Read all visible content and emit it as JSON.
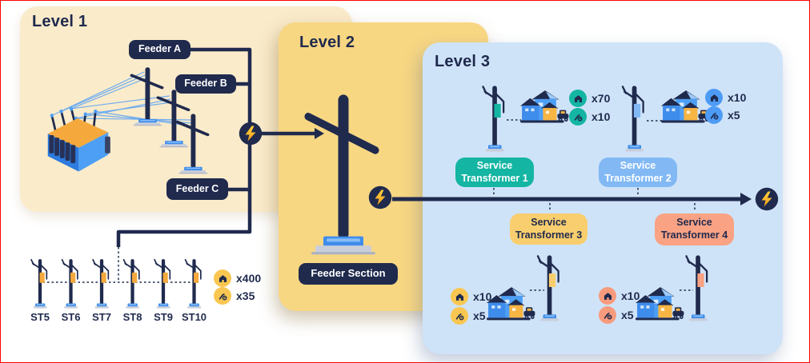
{
  "colors": {
    "navy": "#1F2A4D",
    "teal": "#14B5A3",
    "blue": "#4D9BF5",
    "yellow": "#F9C751",
    "salmon": "#F89B7D",
    "level1_bg": "#FAEBCB",
    "level2_bg": "#F8D783",
    "level3_bg": "#CFE3F8"
  },
  "level1": {
    "title": "Level 1",
    "feeders": [
      {
        "label": "Feeder A"
      },
      {
        "label": "Feeder B"
      },
      {
        "label": "Feeder C"
      }
    ],
    "st_row": {
      "labels": [
        "ST5",
        "ST6",
        "ST7",
        "ST8",
        "ST9",
        "ST10"
      ],
      "house_count": "x400",
      "ev_count": "x35"
    }
  },
  "level2": {
    "title": "Level 2",
    "pill_label": "Feeder Section"
  },
  "level3": {
    "title": "Level 3",
    "groups": [
      {
        "pill_top": "Service",
        "pill_bottom": "Transformer 1",
        "house_count": "x70",
        "ev_count": "x10",
        "color": "#14B5A3"
      },
      {
        "pill_top": "Service",
        "pill_bottom": "Transformer 2",
        "house_count": "x10",
        "ev_count": "x5",
        "color": "#82B9F5"
      },
      {
        "pill_top": "Service",
        "pill_bottom": "Transformer 3",
        "house_count": "x10",
        "ev_count": "x5",
        "color": "#F9CE6E"
      },
      {
        "pill_top": "Service",
        "pill_bottom": "Transformer 4",
        "house_count": "x10",
        "ev_count": "x5",
        "color": "#F9A284"
      }
    ]
  }
}
